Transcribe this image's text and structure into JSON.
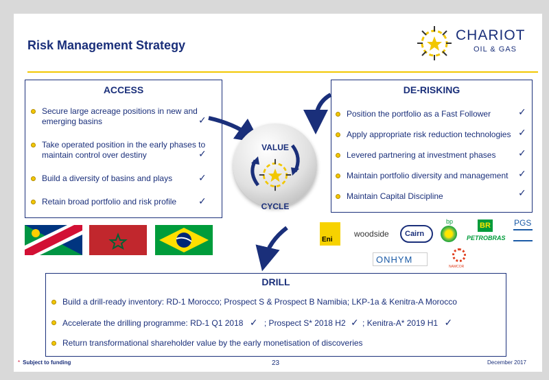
{
  "header": {
    "title": "Risk Management Strategy",
    "logo_name": "CHARIOT",
    "logo_sub": "OIL & GAS"
  },
  "access": {
    "title": "ACCESS",
    "items": [
      {
        "line1": "Secure large acreage positions in new and",
        "line2": "emerging basins"
      },
      {
        "line1": "Take operated position in the early phases to",
        "line2": "maintain control over destiny"
      },
      {
        "line1": "Build a diversity of basins and plays"
      },
      {
        "line1": "Retain broad portfolio and risk profile"
      }
    ]
  },
  "derisking": {
    "title": "DE-RISKING",
    "items": [
      "Position the portfolio as a Fast Follower",
      "Apply appropriate risk reduction technologies",
      "Levered partnering at investment phases",
      "Maintain portfolio diversity and management",
      "Maintain Capital Discipline"
    ]
  },
  "cycle": {
    "top": "VALUE",
    "bottom": "CYCLE"
  },
  "partners": {
    "eni": "Eni",
    "woodside": "woodside",
    "cairn": "Cairn",
    "bp": "bp",
    "petrobras": "PETROBRAS",
    "petrobras_mark": "BR",
    "pgs": "PGS",
    "onhym": "ONHYM",
    "namcor": "NAMCOR"
  },
  "drill": {
    "title": "DRILL",
    "item1": "Build a drill-ready inventory: RD-1 Morocco; Prospect S & Prospect B Namibia; LKP-1a & Kenitra-A Morocco",
    "item2_a": "Accelerate the drilling programme: RD-1 Q1 2018",
    "item2_b": "; Prospect S* 2018 H2",
    "item2_c": "; Kenitra-A* 2019 H1",
    "item3": "Return transformational shareholder value by the early monetisation of discoveries"
  },
  "footer": {
    "note_mark": "*",
    "note": "Subject to funding",
    "page": "23",
    "date": "December 2017"
  },
  "tick_char": "✓",
  "colors": {
    "navy": "#1a2f7a",
    "gold": "#f2c700"
  }
}
